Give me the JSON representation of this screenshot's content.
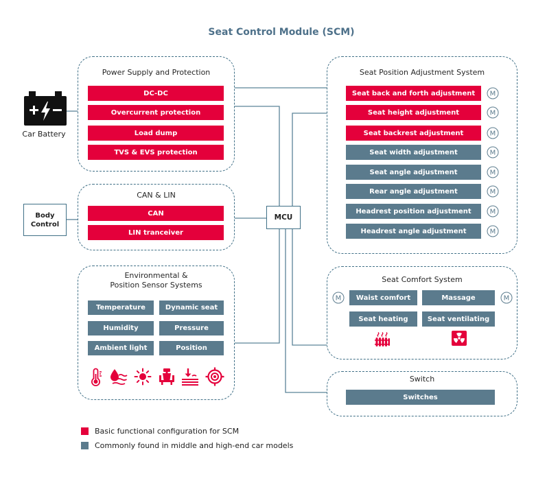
{
  "title": "Seat Control Module (SCM)",
  "colors": {
    "basic": "#e4003b",
    "common": "#5b7b8d",
    "frame": "#3f6f86",
    "connector": "#5b8397",
    "title": "#4e718a"
  },
  "motor_symbol": "M",
  "battery": {
    "label": "Car Battery",
    "icon": "car-battery-icon"
  },
  "body_control": {
    "lines": [
      "Body",
      "Control"
    ]
  },
  "mcu": {
    "label": "MCU"
  },
  "power_supply": {
    "title": "Power Supply and Protection",
    "items": [
      {
        "label": "DC-DC",
        "color": "#e4003b"
      },
      {
        "label": "Overcurrent protection",
        "color": "#e4003b"
      },
      {
        "label": "Load dump",
        "color": "#e4003b"
      },
      {
        "label": "TVS & EVS protection",
        "color": "#e4003b"
      }
    ]
  },
  "can_lin": {
    "title": "CAN & LIN",
    "items": [
      {
        "label": "CAN",
        "color": "#e4003b"
      },
      {
        "label": "LIN tranceiver",
        "color": "#e4003b"
      }
    ]
  },
  "sensors": {
    "title_lines": [
      "Environmental &",
      "Position Sensor Systems"
    ],
    "items": [
      {
        "label": "Temperature",
        "color": "#5b7b8d"
      },
      {
        "label": "Dynamic seat",
        "color": "#5b7b8d"
      },
      {
        "label": "Humidity",
        "color": "#5b7b8d"
      },
      {
        "label": "Pressure",
        "color": "#5b7b8d"
      },
      {
        "label": "Ambient light",
        "color": "#5b7b8d"
      },
      {
        "label": "Position",
        "color": "#5b7b8d"
      }
    ],
    "icons": [
      "thermometer-icon",
      "humidity-icon",
      "sun-icon",
      "seat-icon",
      "pressure-icon",
      "target-icon"
    ]
  },
  "seat_position": {
    "title": "Seat Position Adjustment System",
    "items": [
      {
        "label": "Seat back and forth adjustment",
        "color": "#e4003b",
        "motor": true
      },
      {
        "label": "Seat height adjustment",
        "color": "#e4003b",
        "motor": true
      },
      {
        "label": "Seat backrest adjustment",
        "color": "#e4003b",
        "motor": true
      },
      {
        "label": "Seat width adjustment",
        "color": "#5b7b8d",
        "motor": true
      },
      {
        "label": "Seat angle adjustment",
        "color": "#5b7b8d",
        "motor": true
      },
      {
        "label": "Rear angle adjustment",
        "color": "#5b7b8d",
        "motor": true
      },
      {
        "label": "Headrest position adjustment",
        "color": "#5b7b8d",
        "motor": true
      },
      {
        "label": "Headrest angle adjustment",
        "color": "#5b7b8d",
        "motor": true
      }
    ]
  },
  "seat_comfort": {
    "title": "Seat Comfort System",
    "items": [
      {
        "label": "Waist comfort",
        "color": "#5b7b8d",
        "motor": true
      },
      {
        "label": "Massage",
        "color": "#5b7b8d",
        "motor": true
      },
      {
        "label": "Seat heating",
        "color": "#5b7b8d"
      },
      {
        "label": "Seat ventilating",
        "color": "#5b7b8d"
      }
    ],
    "icons": [
      "heater-icon",
      "ventilation-icon"
    ]
  },
  "switch": {
    "title": "Switch",
    "items": [
      {
        "label": "Switches",
        "color": "#5b7b8d"
      }
    ]
  },
  "legend": [
    {
      "label": "Basic functional configuration for SCM",
      "color": "#e4003b"
    },
    {
      "label": "Commonly found in middle and high-end car models",
      "color": "#5b7b8d"
    }
  ]
}
